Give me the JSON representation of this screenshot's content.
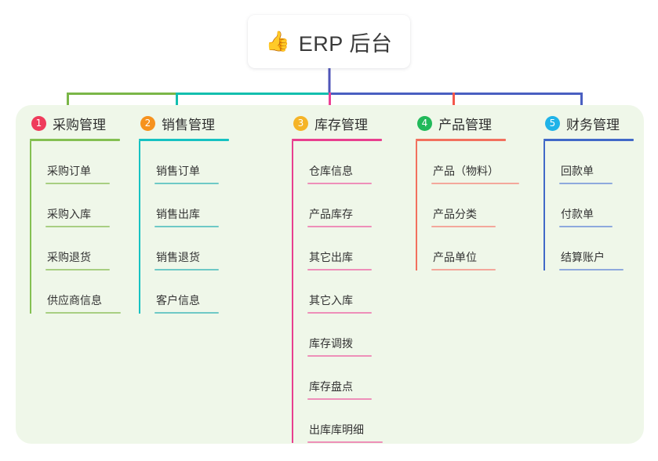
{
  "root": {
    "icon": "thumbs-up-icon",
    "icon_glyph": "👍",
    "title": "ERP 后台"
  },
  "palette": {
    "panel_bg": "#eff7e9",
    "page_bg": "#ffffff",
    "root_stem": "#4f55b8",
    "text": "#333333"
  },
  "columns": [
    {
      "index": "1",
      "badge_color": "#ef3b5b",
      "rule_color": "#84c052",
      "leaf_color": "#a8cf82",
      "connector_color": "#7ab648",
      "title": "采购管理",
      "head_rule_width": 115,
      "leaves": [
        {
          "label": "采购订单",
          "rule_width": 82
        },
        {
          "label": "采购入库",
          "rule_width": 82
        },
        {
          "label": "采购退货",
          "rule_width": 82
        },
        {
          "label": "供应商信息",
          "rule_width": 96
        }
      ]
    },
    {
      "index": "2",
      "badge_color": "#f6921e",
      "rule_color": "#16c2c2",
      "leaf_color": "#6ec9c6",
      "connector_color": "#13bfae",
      "title": "销售管理",
      "head_rule_width": 115,
      "leaves": [
        {
          "label": "销售订单",
          "rule_width": 82
        },
        {
          "label": "销售出库",
          "rule_width": 82
        },
        {
          "label": "销售退货",
          "rule_width": 82
        },
        {
          "label": "客户信息",
          "rule_width": 82
        }
      ]
    },
    {
      "index": "3",
      "badge_color": "#f5b427",
      "rule_color": "#e83f8f",
      "leaf_color": "#ee8fb9",
      "connector_color": "#ec4095",
      "title": "库存管理",
      "head_rule_width": 115,
      "leaves": [
        {
          "label": "仓库信息",
          "rule_width": 82
        },
        {
          "label": "产品库存",
          "rule_width": 82
        },
        {
          "label": "其它出库",
          "rule_width": 82
        },
        {
          "label": "其它入库",
          "rule_width": 82
        },
        {
          "label": "库存调拨",
          "rule_width": 82
        },
        {
          "label": "库存盘点",
          "rule_width": 82
        },
        {
          "label": "出库库明细",
          "rule_width": 96
        }
      ]
    },
    {
      "index": "4",
      "badge_color": "#21b95a",
      "rule_color": "#f2705e",
      "leaf_color": "#f4a79b",
      "connector_color": "#f4574a",
      "title": "产品管理",
      "head_rule_width": 115,
      "leaves": [
        {
          "label": "产品（物料）",
          "rule_width": 112
        },
        {
          "label": "产品分类",
          "rule_width": 82
        },
        {
          "label": "产品单位",
          "rule_width": 82
        }
      ]
    },
    {
      "index": "5",
      "badge_color": "#1fb3e8",
      "rule_color": "#4169c8",
      "leaf_color": "#8ea9dd",
      "connector_color": "#4a5fc1",
      "title": "财务管理",
      "head_rule_width": 115,
      "leaves": [
        {
          "label": "回款单",
          "rule_width": 68
        },
        {
          "label": "付款单",
          "rule_width": 68
        },
        {
          "label": "结算账户",
          "rule_width": 82
        }
      ]
    }
  ]
}
